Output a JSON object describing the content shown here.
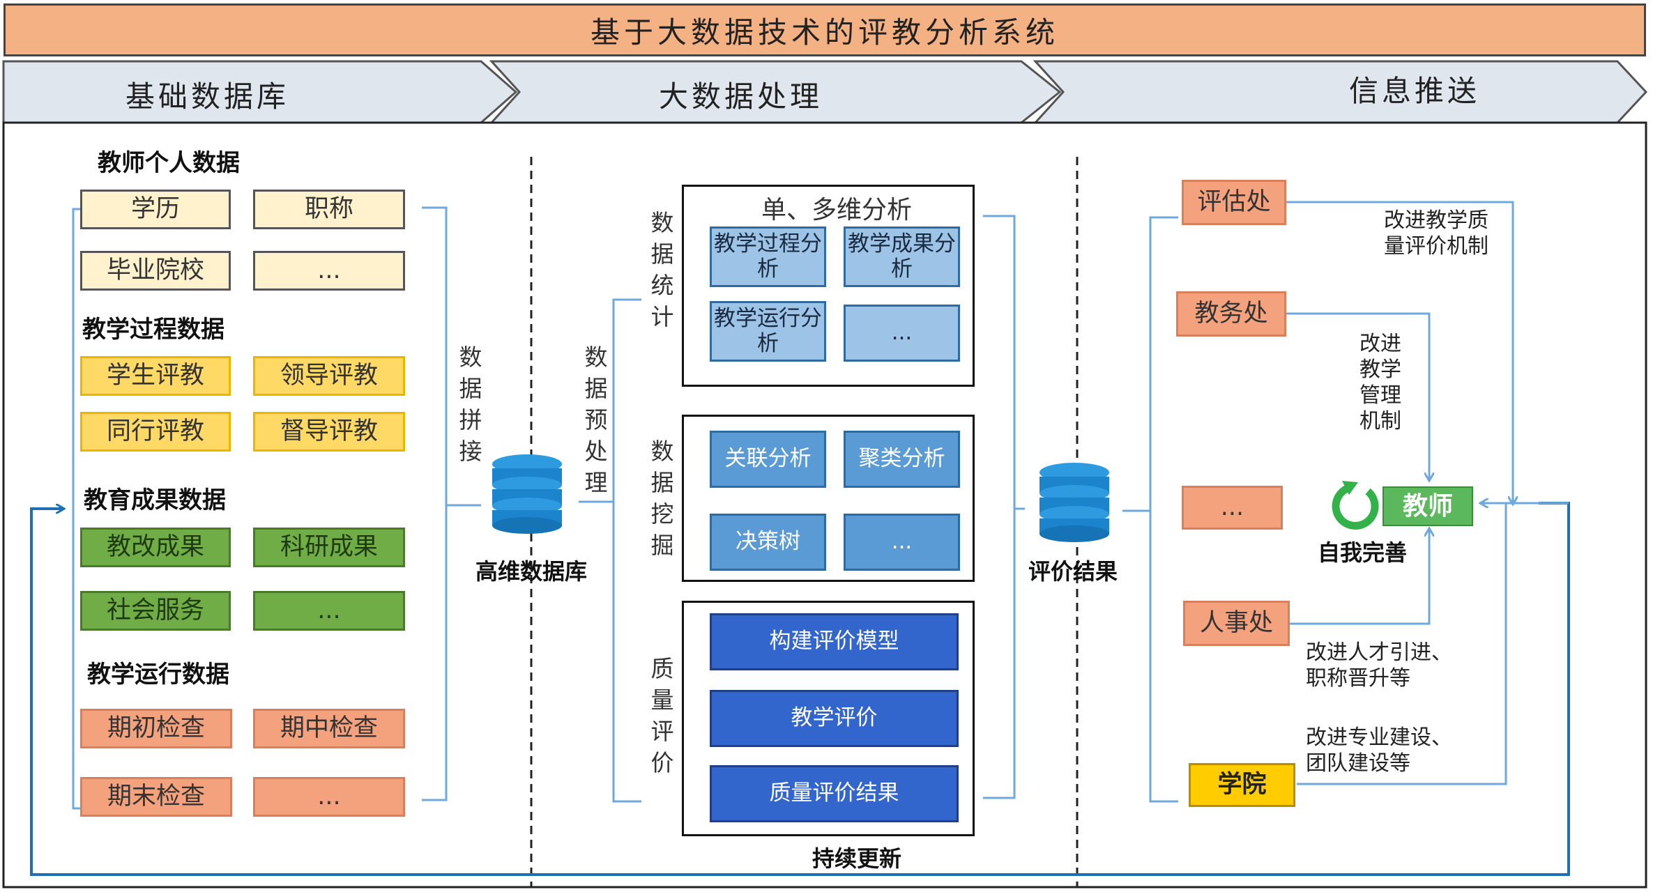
{
  "title": "基于大数据技术的评教分析系统",
  "stages": [
    "基础数据库",
    "大数据处理",
    "信息推送"
  ],
  "foundation": {
    "groups": [
      {
        "title": "教师个人数据",
        "items": [
          "学历",
          "职称",
          "毕业院校",
          "..."
        ],
        "color": "#fff2cc"
      },
      {
        "title": "教学过程数据",
        "items": [
          "学生评教",
          "领导评教",
          "同行评教",
          "督导评教"
        ],
        "color": "#ffd966"
      },
      {
        "title": "教育成果数据",
        "items": [
          "教改成果",
          "科研成果",
          "社会服务",
          "..."
        ],
        "color": "#70ad47"
      },
      {
        "title": "教学运行数据",
        "items": [
          "期初检查",
          "期中检查",
          "期末检查",
          "..."
        ],
        "color": "#f4a17e"
      }
    ],
    "splice_label": "数据拼接"
  },
  "database": {
    "label": "高维数据库",
    "icon": "database-icon"
  },
  "processing": {
    "preprocess_label": "数据预处理",
    "statistics": {
      "side_label": "数据统计",
      "header": "单、多维分析",
      "items": [
        "教学过程分析",
        "教学成果分析",
        "教学运行分析",
        "..."
      ]
    },
    "mining": {
      "side_label": "数据挖掘",
      "items": [
        "关联分析",
        "聚类分析",
        "决策树",
        "..."
      ]
    },
    "quality": {
      "side_label": "质量评价",
      "items": [
        "构建评价模型",
        "教学评价",
        "质量评价结果"
      ]
    },
    "continuous_update": "持续更新"
  },
  "result": {
    "label": "评价结果",
    "icon": "database-icon"
  },
  "push": {
    "departments": [
      "评估处",
      "教务处",
      "...",
      "人事处",
      "学院"
    ],
    "notes": [
      "改进教学质量评价机制",
      "改进教学管理机制",
      "改进人才引进、职称晋升等",
      "改进专业建设、团队建设等"
    ],
    "teacher": "教师",
    "self_improve": "自我完善",
    "cycle_icon": "refresh-cycle-icon"
  },
  "colors": {
    "title_bg": "#f4b183",
    "stage_bg": "#dfe6ee",
    "arrow_blue": "#1f6fb2",
    "teacher_green": "#5cb85c"
  }
}
